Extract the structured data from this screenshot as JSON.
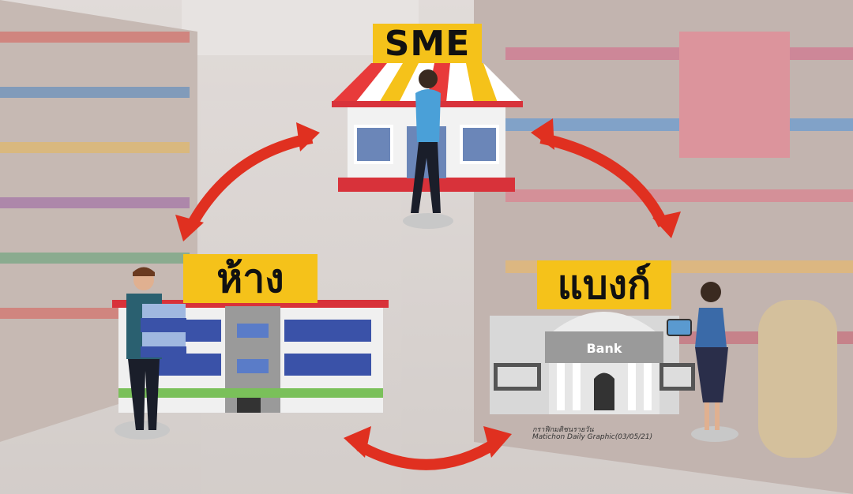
{
  "nodes": {
    "sme": {
      "label": "SME"
    },
    "mall": {
      "label": "ห้าง"
    },
    "bank": {
      "label": "แบงก์",
      "sign": "Bank"
    }
  },
  "caption": {
    "line1": "กราฟิกมติชนรายวัน",
    "line2": "Matichon Daily Graphic(03/05/21)"
  },
  "colors": {
    "label_bg": "#f5c21a",
    "arrow": "#e03020",
    "awning_red": "#e83a3a",
    "awning_yellow": "#f5c21a",
    "roof_red": "#d8323a"
  }
}
